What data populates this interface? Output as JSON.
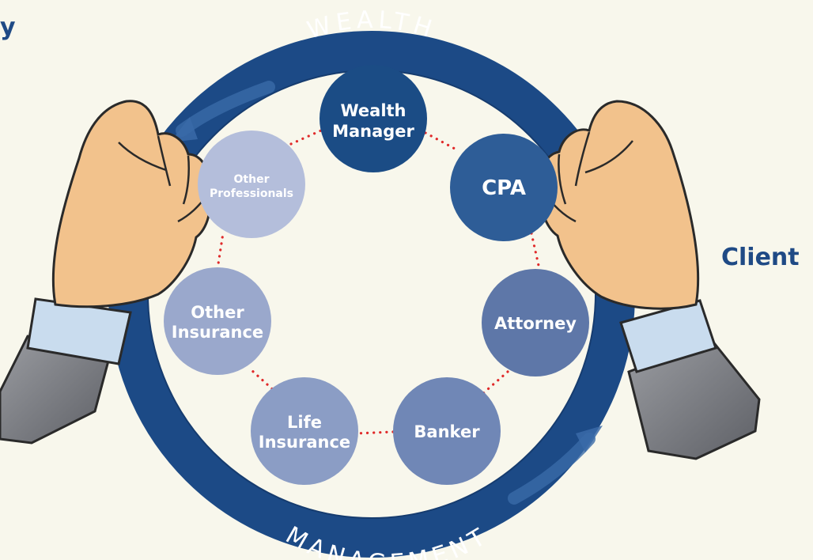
{
  "ring": {
    "top_word": "WEALTH",
    "bottom_word": "MANAGEMENT",
    "color": "#1c4a86"
  },
  "nodes": [
    {
      "id": "wealth-manager",
      "lines": [
        "Wealth",
        "Manager"
      ],
      "color": "#1b4c85"
    },
    {
      "id": "cpa",
      "lines": [
        "CPA"
      ],
      "color": "#2e5d97"
    },
    {
      "id": "attorney",
      "lines": [
        "Attorney"
      ],
      "color": "#5e77a8"
    },
    {
      "id": "banker",
      "lines": [
        "Banker"
      ],
      "color": "#7087b6"
    },
    {
      "id": "life-insurance",
      "lines": [
        "Life",
        "Insurance"
      ],
      "color": "#8b9dc5"
    },
    {
      "id": "other-insurance",
      "lines": [
        "Other",
        "Insurance"
      ],
      "color": "#9aa8cc"
    },
    {
      "id": "other-professionals",
      "lines": [
        "Other",
        "Professionals"
      ],
      "color": "#b4bedb"
    }
  ],
  "labels": {
    "client": "Client",
    "left_partial": "y"
  },
  "colors": {
    "background": "#f8f7ec",
    "connector": "#e02a2a",
    "label": "#1f4a85",
    "skin": "#f2c28c",
    "cuff": "#c9dcee",
    "sleeve": "#7d7f84"
  }
}
